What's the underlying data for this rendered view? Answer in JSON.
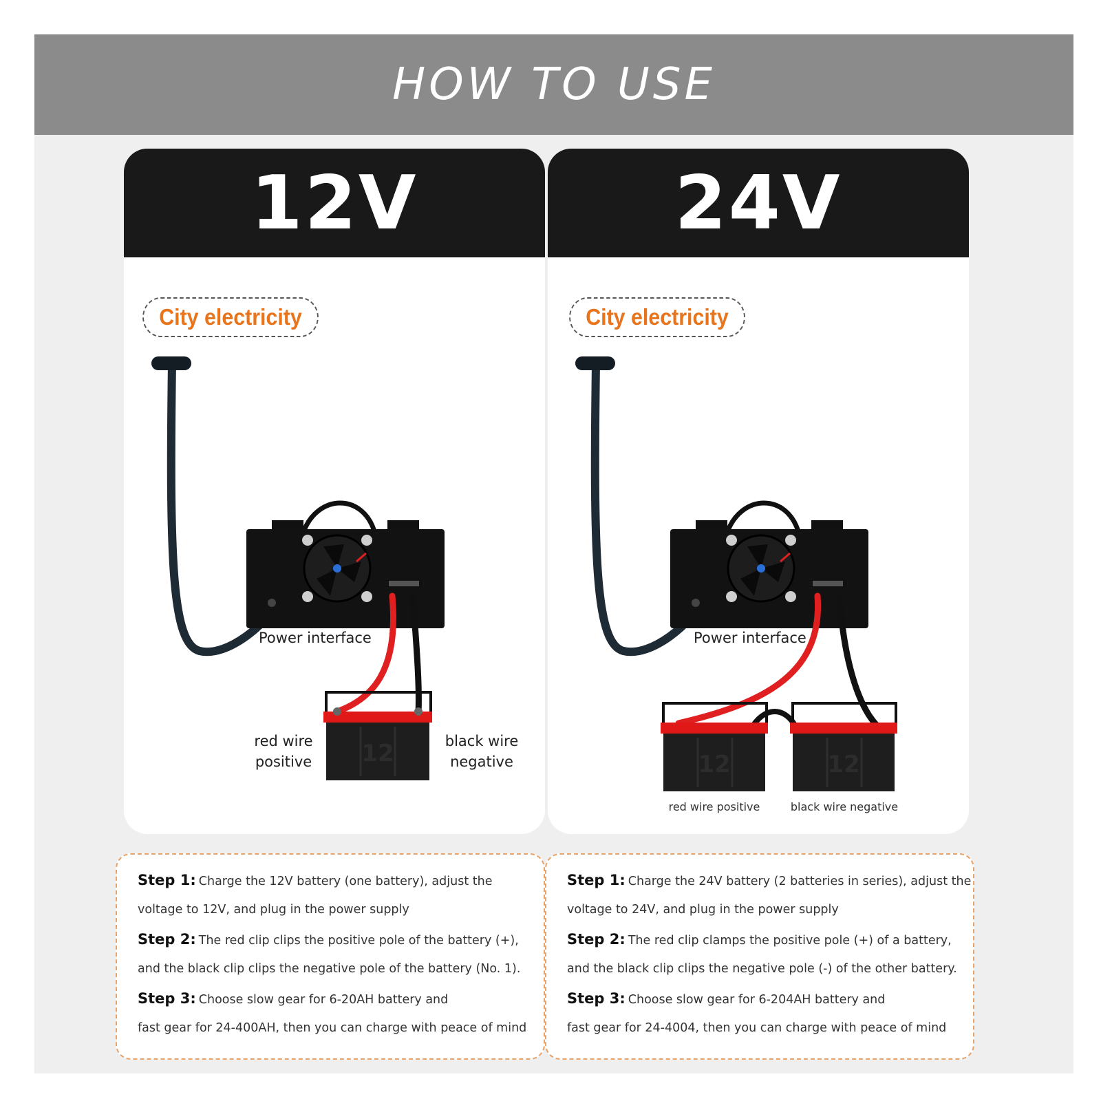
{
  "header": {
    "title": "HOW TO USE"
  },
  "colors": {
    "header_bg": "#8b8b8b",
    "panel_head_bg": "#191919",
    "accent_orange": "#e8741c",
    "red_wire": "#e02020",
    "black_wire": "#111111"
  },
  "panels": [
    {
      "voltage": "12V",
      "source_label": "City electricity",
      "power_label": "Power interface",
      "red_label": [
        "red wire",
        "positive"
      ],
      "black_label": [
        "black wire",
        "negative"
      ],
      "battery_text": "12"
    },
    {
      "voltage": "24V",
      "source_label": "City electricity",
      "power_label": "Power interface",
      "red_label": "red wire positive",
      "black_label": "black wire negative",
      "battery_text": "12"
    }
  ],
  "steps": [
    [
      {
        "label": "Step 1:",
        "text": "Charge the 12V battery (one battery), adjust the",
        "cont": "voltage to 12V, and plug in the power supply"
      },
      {
        "label": "Step 2:",
        "text": "The red clip clips the positive pole of the battery (+),",
        "cont": "and the black clip clips the negative pole of the battery (No. 1)."
      },
      {
        "label": "Step 3:",
        "text": "Choose slow gear for 6-20AH battery and",
        "cont": "fast gear for 24-400AH, then you can charge with peace of mind"
      }
    ],
    [
      {
        "label": "Step 1:",
        "text": "Charge the 24V battery (2 batteries in series), adjust the",
        "cont": "voltage to 24V, and plug in the power supply"
      },
      {
        "label": "Step 2:",
        "text": "The red clip clamps the positive pole (+) of a battery,",
        "cont": "and the black clip clips the negative pole (-) of the other battery."
      },
      {
        "label": "Step 3:",
        "text": "Choose slow gear for 6-204AH battery and",
        "cont": "fast gear for 24-4004, then you can charge with peace of mind"
      }
    ]
  ]
}
